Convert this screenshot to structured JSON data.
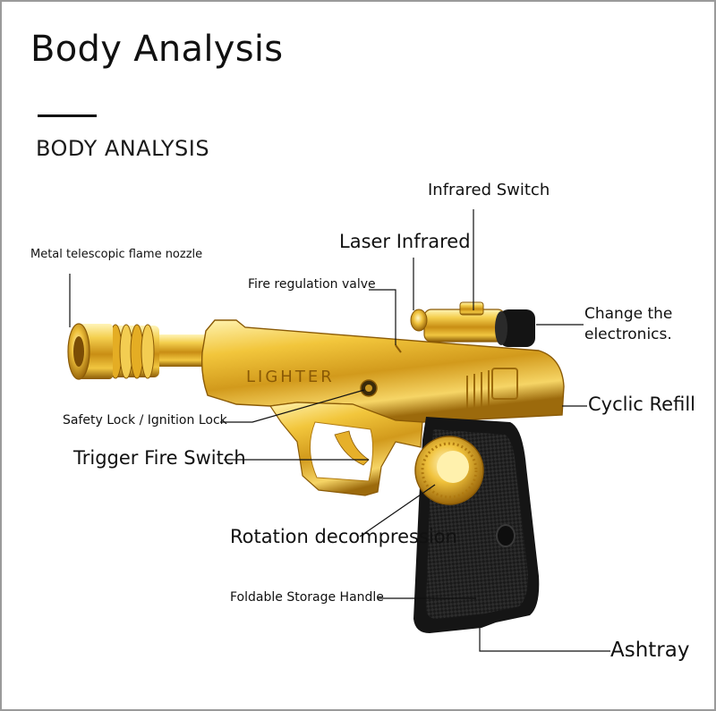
{
  "header": {
    "title": "Body Analysis",
    "subtitle": "BODY ANALYSIS"
  },
  "product": {
    "engraving": "LIGHTER"
  },
  "callouts": {
    "infrared_switch": "Infrared Switch",
    "laser_infrared": "Laser Infrared",
    "flame_nozzle": "Metal telescopic flame nozzle",
    "fire_regulation_valve": "Fire regulation valve",
    "change_electronics": "Change the electronics.",
    "cyclic_refill": "Cyclic Refill",
    "safety_lock": "Safety Lock / Ignition Lock",
    "trigger_fire_switch": "Trigger Fire Switch",
    "rotation_decompression": "Rotation decompression",
    "foldable_storage_handle": "Foldable Storage Handle",
    "ashtray": "Ashtray"
  },
  "colors": {
    "gold_light": "#fff0a8",
    "gold_mid": "#e8b52a",
    "gold_dark": "#8a5a06",
    "grip_black": "#161616",
    "text": "#111111"
  }
}
